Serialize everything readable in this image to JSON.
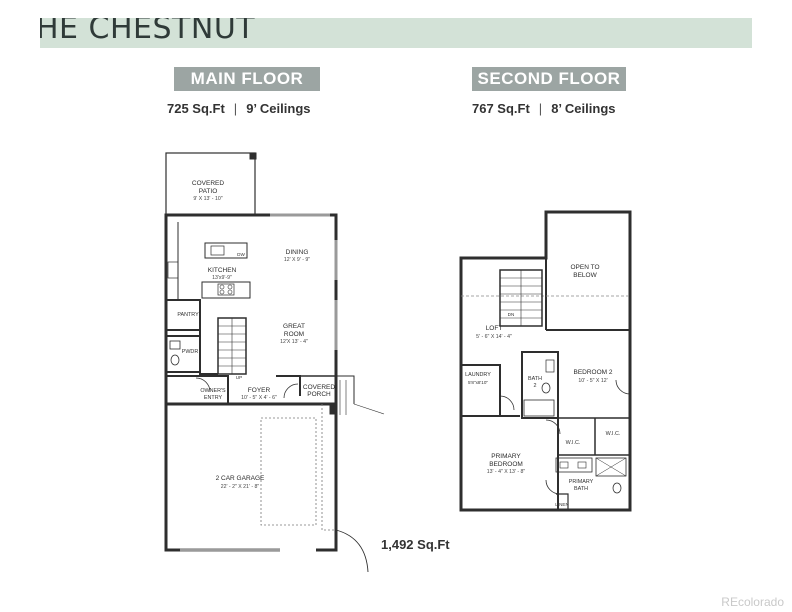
{
  "title": "HE CHESTNUT",
  "main_floor": {
    "label": "MAIN FLOOR",
    "sqft": "725 Sq.Ft",
    "ceilings": "9’ Ceilings",
    "rooms": {
      "patio": {
        "name1": "COVERED",
        "name2": "PATIO",
        "dim": "9' X 13' - 10\""
      },
      "dining": {
        "name": "DINING",
        "dim": "12' X 9' - 9\""
      },
      "kitchen": {
        "name": "KITCHEN",
        "dim": "13'x9'-9\""
      },
      "great_room": {
        "name1": "GREAT",
        "name2": "ROOM",
        "dim": "12'X 13' - 4\""
      },
      "pantry": {
        "name": "PANTRY"
      },
      "pwdr": {
        "name": "PWDR"
      },
      "owners_entry": {
        "name1": "OWNER'S",
        "name2": "ENTRY"
      },
      "foyer": {
        "name": "FOYER",
        "dim": "10' - 5\" X 4' - 6\""
      },
      "covered_porch": {
        "name1": "COVERED",
        "name2": "PORCH"
      },
      "garage": {
        "name": "2 CAR GARAGE",
        "dim": "22' - 2\" X 21' - 8\""
      },
      "dw": "DW",
      "up": "UP"
    }
  },
  "second_floor": {
    "label": "SECOND FLOOR",
    "sqft": "767 Sq.Ft",
    "ceilings": "8’ Ceilings",
    "rooms": {
      "open_to_below": {
        "name1": "OPEN TO",
        "name2": "BELOW"
      },
      "loft": {
        "name": "LOFT",
        "dim": "5' - 6\" X 14' - 4\""
      },
      "laundry": {
        "name": "LAUNDRY",
        "dim": "5'8\"x8'10\""
      },
      "bath2": {
        "name1": "BATH",
        "name2": "2"
      },
      "bedroom2": {
        "name": "BEDROOM 2",
        "dim": "10' - 5\" X 12'"
      },
      "wic1": {
        "name": "W.I.C."
      },
      "wic2": {
        "name": "W.I.C."
      },
      "primary_bedroom": {
        "name1": "PRIMARY",
        "name2": "BEDROOM",
        "dim": "13' - 4\" X 13' - 8\""
      },
      "primary_bath": {
        "name1": "PRIMARY",
        "name2": "BATH"
      },
      "linen": {
        "name": "LINEN"
      },
      "dn": "DN"
    }
  },
  "total_sqft": "1,492 Sq.Ft",
  "credit": "REcolorado"
}
